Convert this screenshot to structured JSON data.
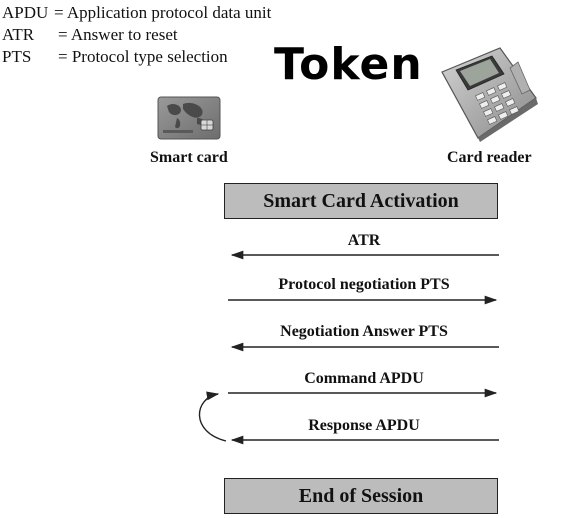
{
  "legend": [
    {
      "abbr": "APDU",
      "definition": "= Application protocol data unit"
    },
    {
      "abbr": "ATR",
      "definition": "= Answer to reset"
    },
    {
      "abbr": "PTS",
      "definition": "= Protocol type selection"
    }
  ],
  "title": "Token",
  "actors": {
    "smart_card": "Smart card",
    "card_reader": "Card reader"
  },
  "phases": {
    "start": "Smart Card Activation",
    "end": "End of Session"
  },
  "messages": [
    {
      "label": "ATR",
      "direction": "reader-to-card"
    },
    {
      "label": "Protocol negotiation PTS",
      "direction": "card-to-reader"
    },
    {
      "label": "Negotiation Answer PTS",
      "direction": "reader-to-card"
    },
    {
      "label": "Command APDU",
      "direction": "card-to-reader"
    },
    {
      "label": "Response APDU",
      "direction": "reader-to-card"
    }
  ],
  "colors": {
    "box_fill": "#bcbcbc",
    "line": "#222222"
  }
}
